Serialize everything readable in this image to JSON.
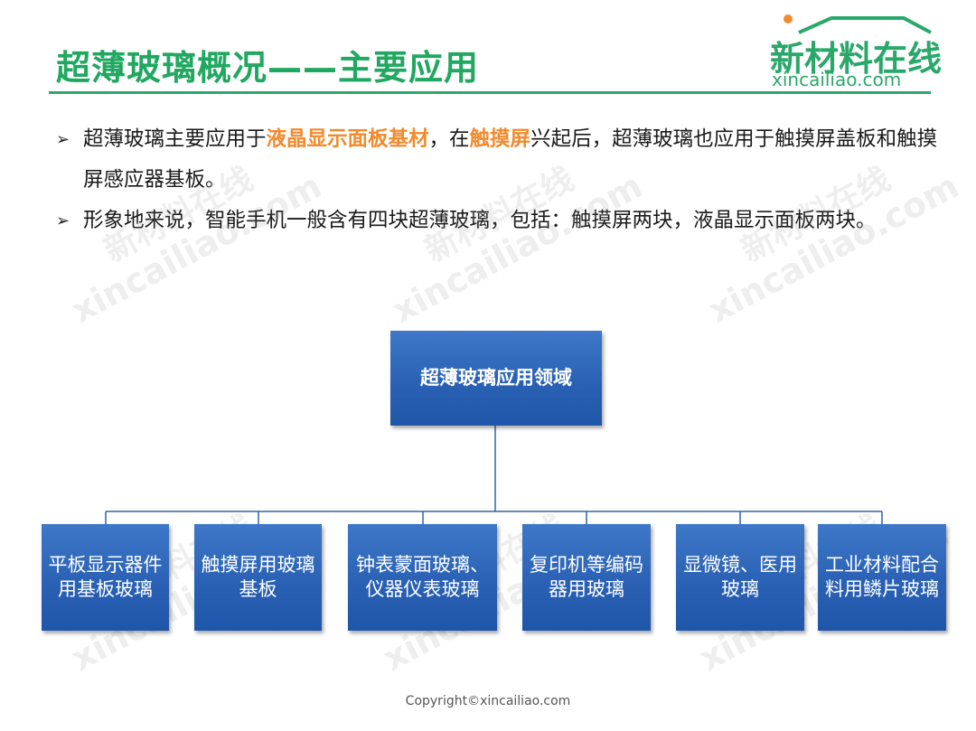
{
  "header": {
    "title": "超薄玻璃概况——主要应用",
    "logo_cn": "新材料在线",
    "logo_en": "xincailiao.com"
  },
  "bullets": [
    {
      "segments": [
        {
          "text": "超薄玻璃主要应用于",
          "highlight": false
        },
        {
          "text": "液晶显示面板基材",
          "highlight": true
        },
        {
          "text": "，在",
          "highlight": false
        },
        {
          "text": "触摸屏",
          "highlight": true
        },
        {
          "text": "兴起后，超薄玻璃也应用于触摸屏盖板和触摸屏感应器基板。",
          "highlight": false
        }
      ]
    },
    {
      "segments": [
        {
          "text": "形象地来说，智能手机一般含有四块超薄玻璃，包括：触摸屏两块，液晶显示面板两块。",
          "highlight": false
        }
      ]
    }
  ],
  "diagram": {
    "root": "超薄玻璃应用领域",
    "children": [
      {
        "line1": "平板显示器件",
        "line2": "用基板玻璃"
      },
      {
        "line1": "触摸屏用玻璃",
        "line2": "基板"
      },
      {
        "line1": "钟表蒙面玻璃、",
        "line2": "仪器仪表玻璃"
      },
      {
        "line1": "复印机等编码",
        "line2": "器用玻璃"
      },
      {
        "line1": "显微镜、医用",
        "line2": "玻璃"
      },
      {
        "line1": "工业材料配合",
        "line2": "料用鳞片玻璃"
      }
    ]
  },
  "watermark": {
    "cn": "新材料在线",
    "en": "xincailiao.com"
  },
  "footer": {
    "copyright": "Copyright©xincailiao.com"
  },
  "colors": {
    "title_green": "#20a860",
    "highlight_orange": "#f28a2e",
    "box_blue": "#2a61b4",
    "connector_blue": "#2f63a8"
  }
}
